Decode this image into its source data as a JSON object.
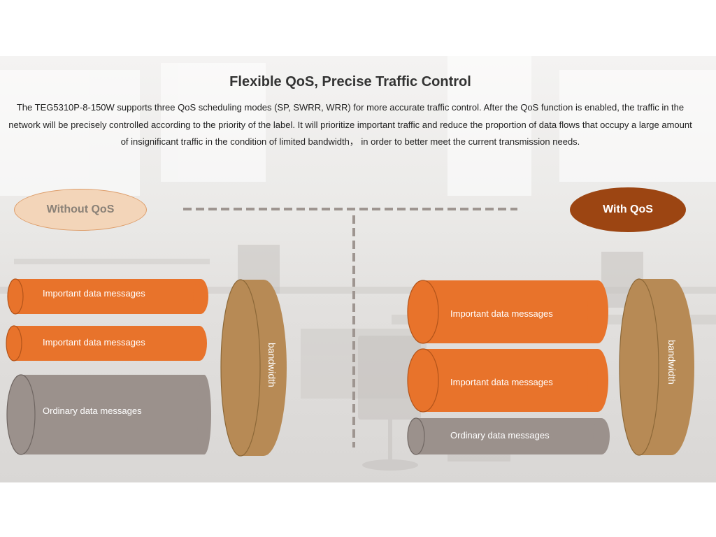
{
  "header": {
    "title": "Flexible QoS, Precise Traffic Control",
    "description": "The TEG5310P-8-150W supports three QoS scheduling modes (SP, SWRR, WRR) for more accurate traffic control. After the QoS function is enabled, the traffic in the network will be precisely controlled according to the priority of the label. It will prioritize important traffic and reduce the proportion of data flows that occupy a large amount of insignificant traffic in the condition of limited bandwidth，  in order to better meet the current transmission needs."
  },
  "without_qos": {
    "label": "Without QoS",
    "messages": [
      {
        "label": "Important data messages",
        "type": "important"
      },
      {
        "label": "Important data messages",
        "type": "important"
      },
      {
        "label": "Ordinary data messages",
        "type": "ordinary"
      }
    ],
    "bandwidth_label": "bandwidth"
  },
  "with_qos": {
    "label": "With QoS",
    "messages": [
      {
        "label": "Important data messages",
        "type": "important"
      },
      {
        "label": "Important data messages",
        "type": "important"
      },
      {
        "label": "Ordinary data messages",
        "type": "ordinary"
      }
    ],
    "bandwidth_label": "bandwidth"
  },
  "colors": {
    "important": "#e8732b",
    "ordinary": "#9b918c",
    "bandwidth": "#b78a55",
    "with_qos_pill": "#9c4512",
    "without_qos_pill": "#f3d5b9"
  }
}
